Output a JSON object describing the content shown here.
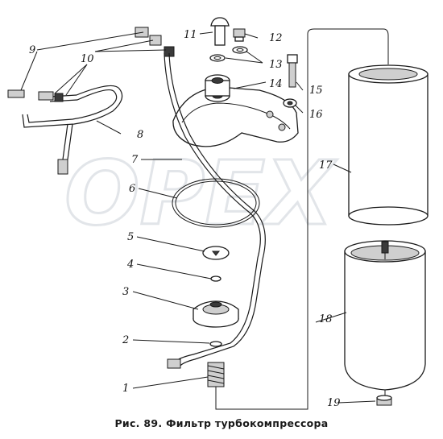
{
  "caption": "Рис. 89. Фильтр турбокомпрессора",
  "watermark": "OPEX",
  "labels": [
    "1",
    "2",
    "3",
    "4",
    "5",
    "6",
    "7",
    "8",
    "9",
    "10",
    "11",
    "12",
    "13",
    "14",
    "15",
    "16",
    "17",
    "18",
    "19"
  ]
}
